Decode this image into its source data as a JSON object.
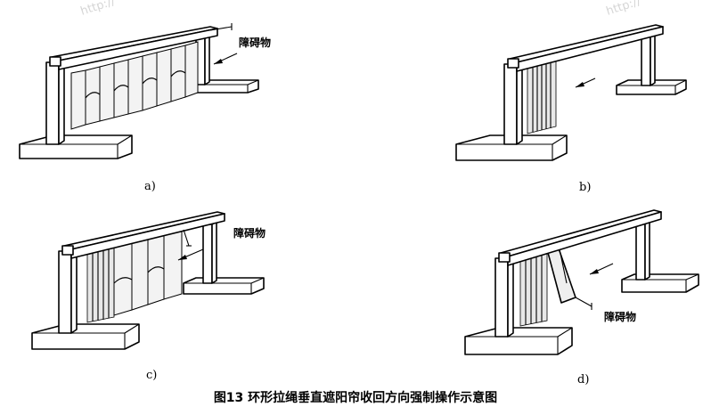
{
  "watermark": {
    "text": "http://"
  },
  "panels": [
    {
      "id": "a",
      "label": "a)",
      "obstacle_label": "障碍物"
    },
    {
      "id": "b",
      "label": "b)",
      "obstacle_label": ""
    },
    {
      "id": "c",
      "label": "c)",
      "obstacle_label": "障碍物"
    },
    {
      "id": "d",
      "label": "d)",
      "obstacle_label": "障碍物"
    }
  ],
  "caption": "图13 环形拉绳垂直遮阳帘收回方向强制操作示意图"
}
